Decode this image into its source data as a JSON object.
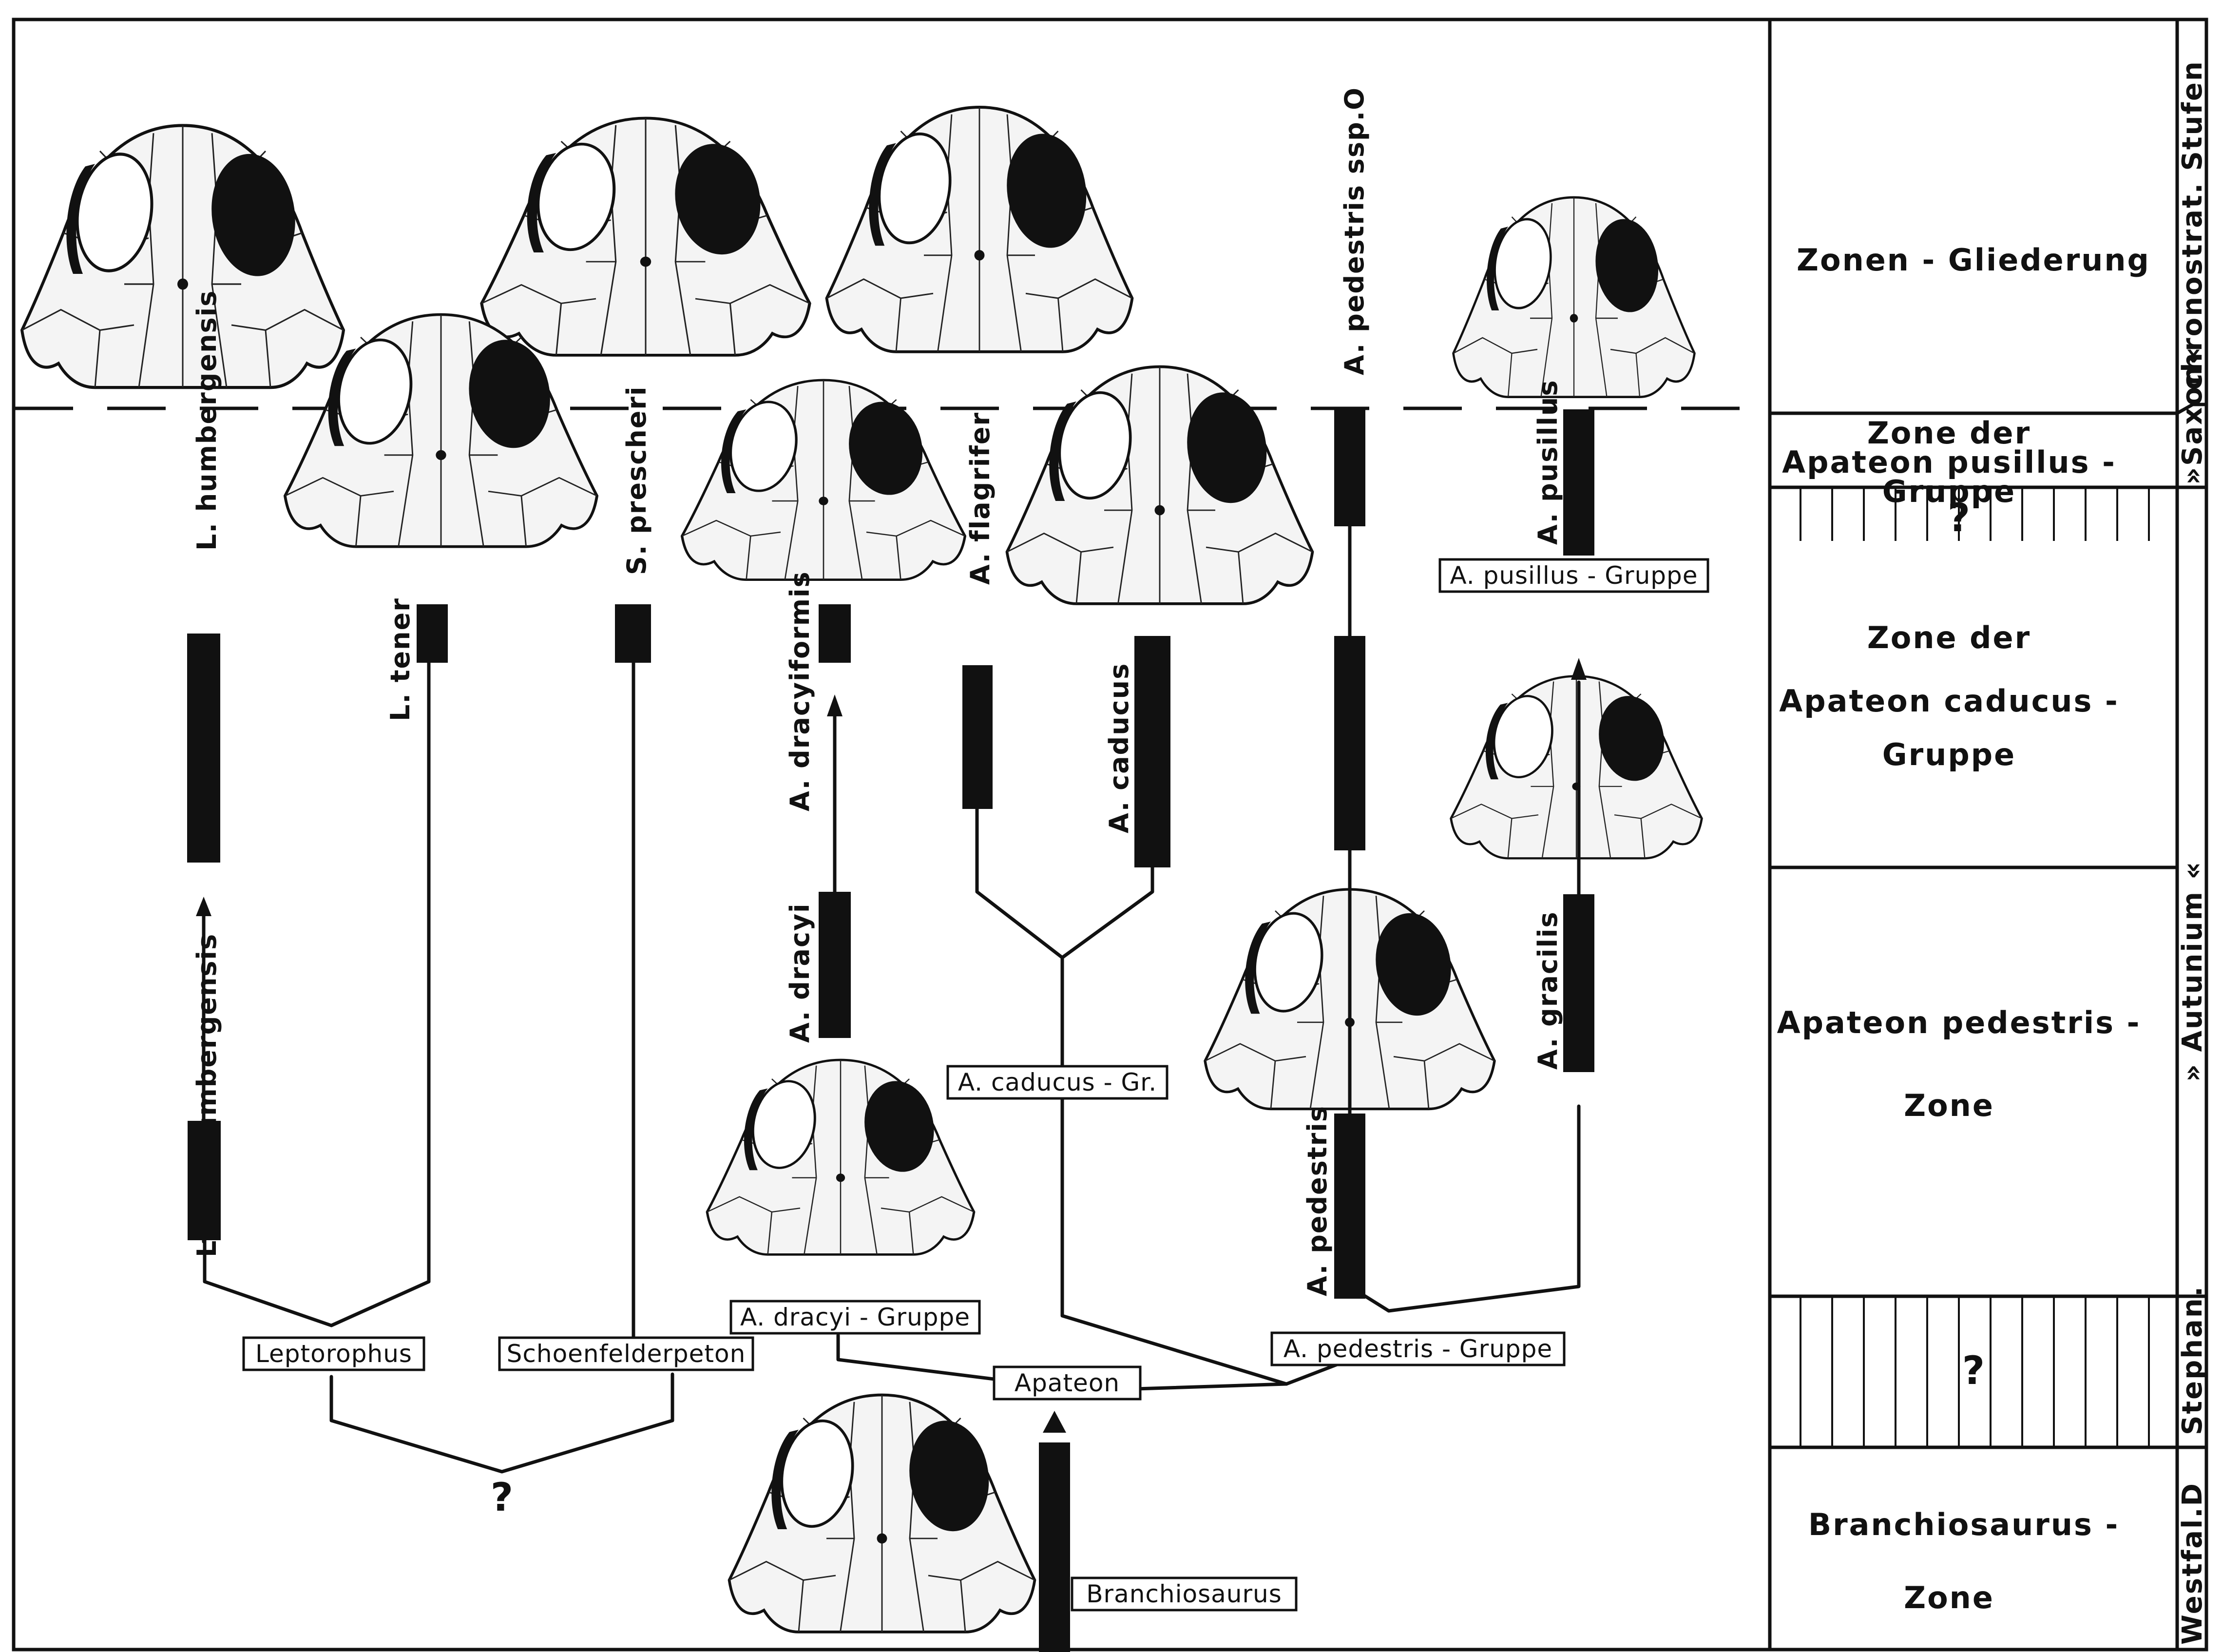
{
  "taxa": {
    "l_humbergensis": "L. humbergensis",
    "l_aff_humbergensis": "L. aff. humbergensis",
    "l_tener": "L. tener",
    "s_prescheri": "S. prescheri",
    "a_dracyiformis": "A. dracyiformis",
    "a_dracyi": "A. dracyi",
    "a_flagrifer": "A. flagrifer",
    "a_caducus": "A. caducus",
    "a_pedestris_ssp": "A. pedestris  ssp.O",
    "a_pedestris": "A. pedestris",
    "a_pusillus": "A. pusillus",
    "a_gracilis": "A. gracilis"
  },
  "groups": {
    "leptorophus": "Leptorophus",
    "schoenfelderpeton": "Schoenfelderpeton",
    "a_dracyi_gruppe": "A. dracyi - Gruppe",
    "apateon": "Apateon",
    "a_pedestris_gruppe": "A. pedestris  - Gruppe",
    "a_caducus_gr": "A. caducus - Gr.",
    "a_pusillus_gruppe": "A. pusillus - Gruppe",
    "branchiosaurus": "Branchiosaurus",
    "unknown_root": "?"
  },
  "zones": {
    "header": "Zonen - Gliederung",
    "pusillus_l1": "Zone   der",
    "pusillus_l2": "Apateon pusillus -",
    "pusillus_l3": "Gruppe",
    "gap_upper": "?",
    "caducus_l1": "Zone   der",
    "caducus_l2": "Apateon caducus -",
    "caducus_l3": "Gruppe",
    "pedestris_l1": "Apateon pedestris -",
    "pedestris_l2": "Zone",
    "gap_lower": "?",
    "branchiosaurus_l1": "Branchiosaurus -",
    "branchiosaurus_l2": "Zone"
  },
  "strat": {
    "header": "chronostrat. Stufen",
    "saxon": "»Saxon«",
    "autunium": "» Autunium «",
    "stephan": "Stephan.",
    "westfal": "Westfal.D"
  },
  "colors": {
    "ink": "#111111",
    "paper": "#ffffff",
    "stipple": "#f4f4f4"
  }
}
